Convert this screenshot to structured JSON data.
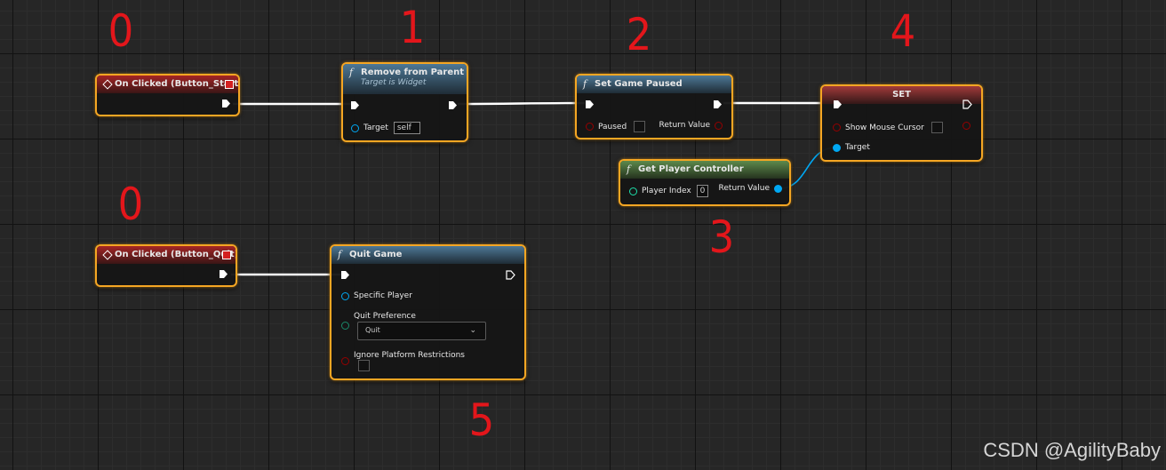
{
  "nodes": {
    "on_clicked_start": {
      "title": "On Clicked (Button_Start)"
    },
    "remove_from_parent": {
      "title": "Remove from Parent",
      "subtitle": "Target is Widget",
      "target_label": "Target",
      "target_value": "self"
    },
    "set_game_paused": {
      "title": "Set Game Paused",
      "paused_label": "Paused",
      "return_label": "Return Value"
    },
    "set_node": {
      "title": "SET",
      "show_cursor_label": "Show Mouse Cursor",
      "target_label": "Target"
    },
    "get_player_controller": {
      "title": "Get Player Controller",
      "index_label": "Player Index",
      "index_value": "0",
      "return_label": "Return Value"
    },
    "on_clicked_quit": {
      "title": "On Clicked (Button_Quit)"
    },
    "quit_game": {
      "title": "Quit Game",
      "specific_player_label": "Specific Player",
      "quit_pref_label": "Quit Preference",
      "quit_pref_value": "Quit",
      "ignore_label": "Ignore Platform Restrictions"
    }
  },
  "annotations": [
    "0",
    "1",
    "2",
    "4",
    "0",
    "3",
    "5"
  ],
  "watermark": "CSDN @AgilityBaby",
  "colors": {
    "node_border": "#f5a623",
    "exec_wire": "#ffffff",
    "object_pin": "#00a8f3",
    "bool_pin": "#950000",
    "int_pin": "#1edfaa",
    "annotation": "#e3161b"
  },
  "icons": [
    "event-icon",
    "delegate-icon",
    "function-icon",
    "exec-pin-icon",
    "chevron-down-icon"
  ]
}
